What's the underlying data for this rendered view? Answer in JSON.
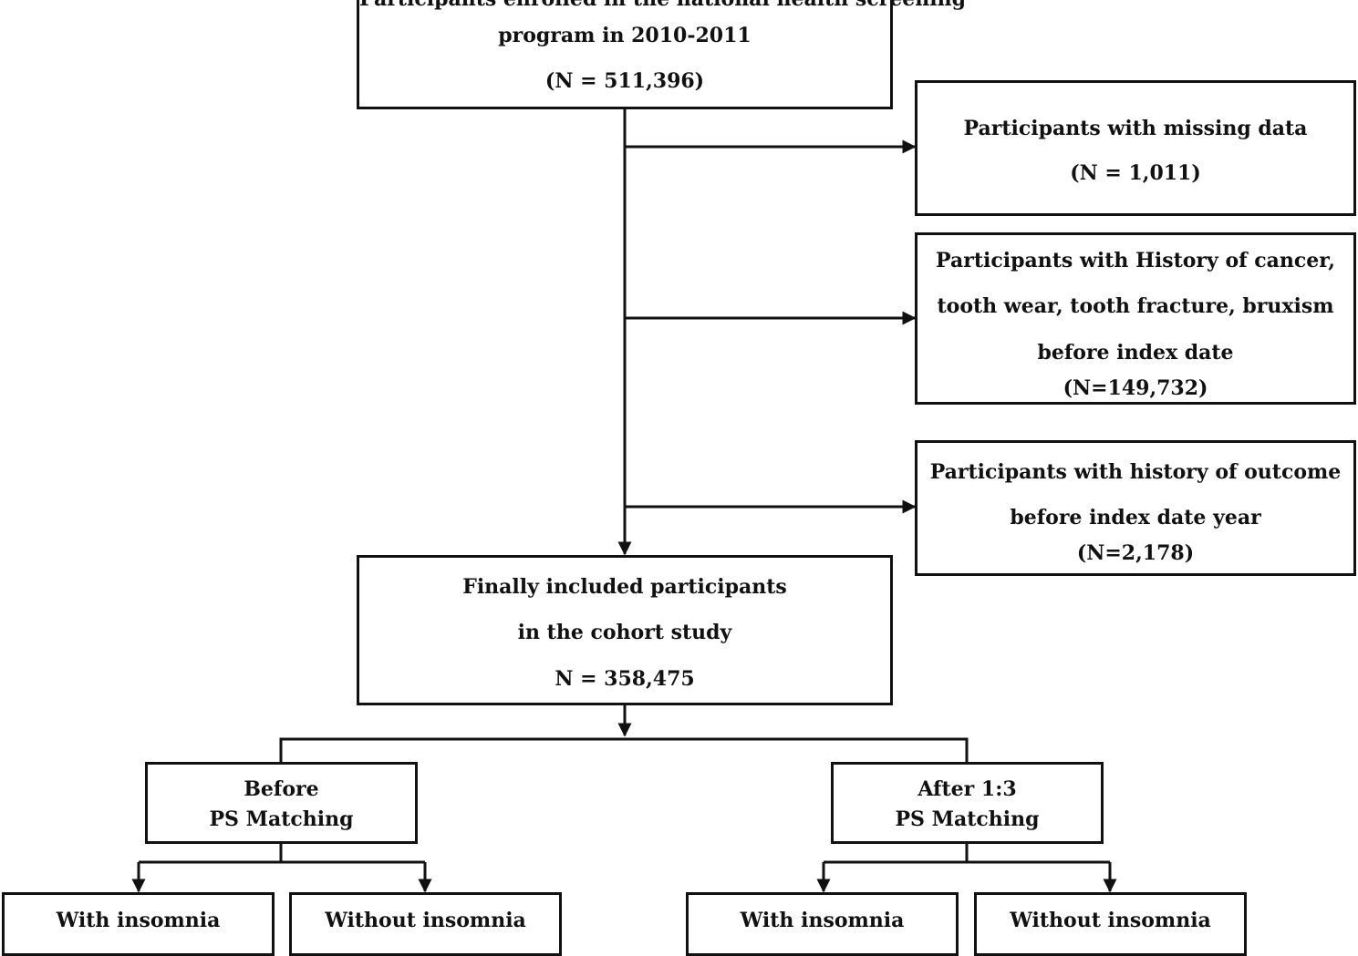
{
  "flowchart": {
    "source": {
      "line_partial": "Participants enrolled in the national health screening",
      "line2": "program in 2010-2011",
      "count": "(N = 511,396)"
    },
    "missing": {
      "line1": "Participants with missing data",
      "count": "(N = 1,011)"
    },
    "history_cancer": {
      "line1": "Participants with History of cancer,",
      "line2": "tooth wear, tooth fracture, bruxism",
      "line3": "before index date",
      "count": "(N=149,732)"
    },
    "history_outcome": {
      "line1": "Participants with history of outcome",
      "line2": "before index date year",
      "count": "(N=2,178)"
    },
    "final": {
      "line1": "Finally included participants",
      "line2": "in the cohort study",
      "count": "N = 358,475"
    },
    "before": {
      "line1": "Before",
      "line2": "PS Matching"
    },
    "after": {
      "line1": "After 1:3",
      "line2": "PS Matching"
    },
    "before_with": "With insomnia",
    "before_without": "Without insomnia",
    "after_with": "With insomnia",
    "after_without": "Without insomnia"
  }
}
